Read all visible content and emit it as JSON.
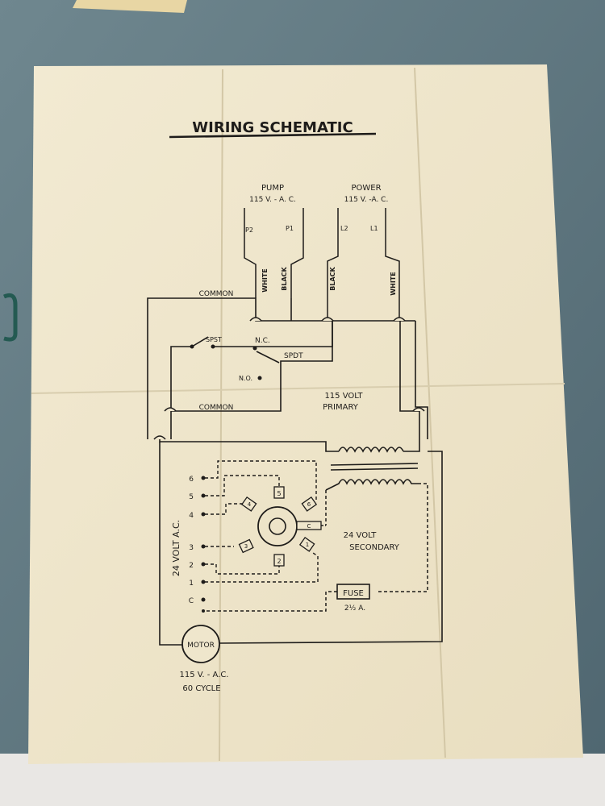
{
  "title": "WIRING SCHEMATIC",
  "pump": {
    "name": "PUMP",
    "rating": "115 V. - A. C.",
    "t2": "P2",
    "t1": "P1",
    "wire_white": "WHITE",
    "wire_black": "BLACK"
  },
  "power": {
    "name": "POWER",
    "rating": "115 V. -A. C.",
    "t2": "L2",
    "t1": "L1",
    "wire_black": "BLACK",
    "wire_white": "WHITE"
  },
  "common_top": "COMMON",
  "common_bottom": "COMMON",
  "switches": {
    "spst": "SPST",
    "nc": "N.C.",
    "spdt": "SPDT",
    "no": "N.O."
  },
  "primary": {
    "line1": "115 VOLT",
    "line2": "PRIMARY"
  },
  "secondary": {
    "line1": "24 VOLT",
    "line2": "SECONDARY"
  },
  "ac_label": "24 VOLT A.C.",
  "terminals": [
    "6",
    "5",
    "4",
    "3",
    "2",
    "1",
    "C"
  ],
  "cam_numbers": [
    "5",
    "4",
    "6",
    "3",
    "1",
    "2",
    "C"
  ],
  "fuse": {
    "label": "FUSE",
    "rating": "2½ A."
  },
  "motor": {
    "label": "MOTOR",
    "rating": "115 V. - A.C.",
    "cycle": "60 CYCLE"
  },
  "colors": {
    "paper": "#efe6cc",
    "ink": "#1e1c1a",
    "background": "#5f7680"
  }
}
